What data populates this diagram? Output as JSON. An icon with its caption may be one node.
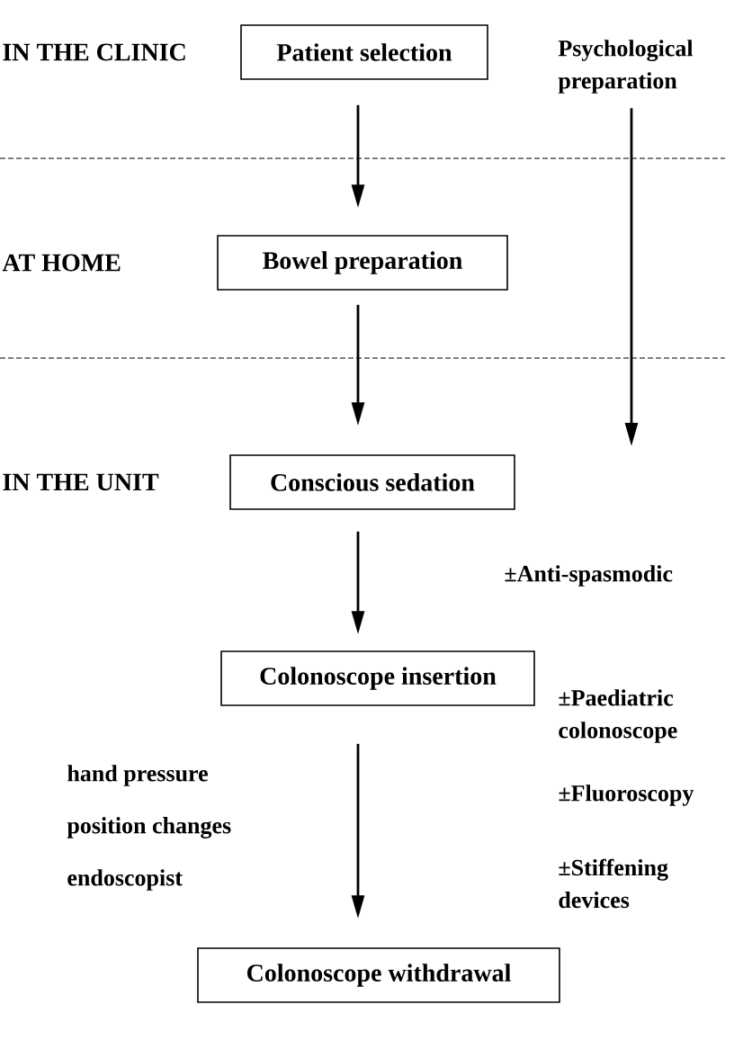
{
  "diagram": {
    "nodes": [
      {
        "text": [
          "Patient selection"
        ]
      },
      {
        "text": [
          "Bowel preparation"
        ]
      },
      {
        "text": [
          "Conscious sedation"
        ]
      },
      {
        "text": [
          "Colonoscope insertion"
        ]
      },
      {
        "text": [
          "Colonoscope withdrawal"
        ]
      },
      {
        "text": [
          "Psychological preparation"
        ]
      }
    ],
    "edges": [
      {
        "from": 0,
        "to": 1,
        "arrow": "to"
      },
      {
        "from": 1,
        "to": 2,
        "arrow": "to"
      },
      {
        "from": 2,
        "to": 3,
        "arrow": "to"
      },
      {
        "from": 3,
        "to": 4,
        "arrow": "to"
      },
      {
        "from": 5,
        "to": null,
        "arrow": "to"
      }
    ],
    "labels": [
      "IN THE CLINIC",
      "AT HOME",
      "IN THE UNIT",
      "±Anti-spasmodic",
      "±Paediatric colonoscope",
      "hand pressure",
      "±Fluoroscopy",
      "position changes",
      "±Stiffening devices",
      "endoscopist"
    ]
  }
}
